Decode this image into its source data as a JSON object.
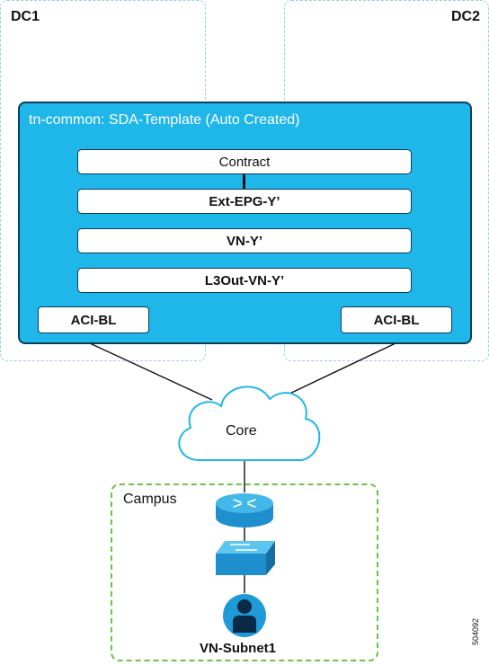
{
  "dc1": {
    "label": "DC1"
  },
  "dc2": {
    "label": "DC2"
  },
  "template": {
    "title": "tn-common: SDA-Template (Auto Created)",
    "items": [
      "Contract",
      "Ext-EPG-Y’",
      "VN-Y’",
      "L3Out-VN-Y’"
    ],
    "left_border_leaf": "ACI-BL",
    "right_border_leaf": "ACI-BL"
  },
  "core": {
    "label": "Core"
  },
  "campus": {
    "label": "Campus",
    "endpoint_label": "VN-Subnet1"
  },
  "figure_number": "504092",
  "colors": {
    "template_fill": "#1fb6ea",
    "template_border": "#0a3f5c",
    "dc_border": "#8fd3ea",
    "campus_border": "#6cc24a",
    "device_blue": "#1e9ad6"
  },
  "icons": [
    "cloud-icon",
    "router-icon",
    "switch-icon",
    "user-icon"
  ]
}
